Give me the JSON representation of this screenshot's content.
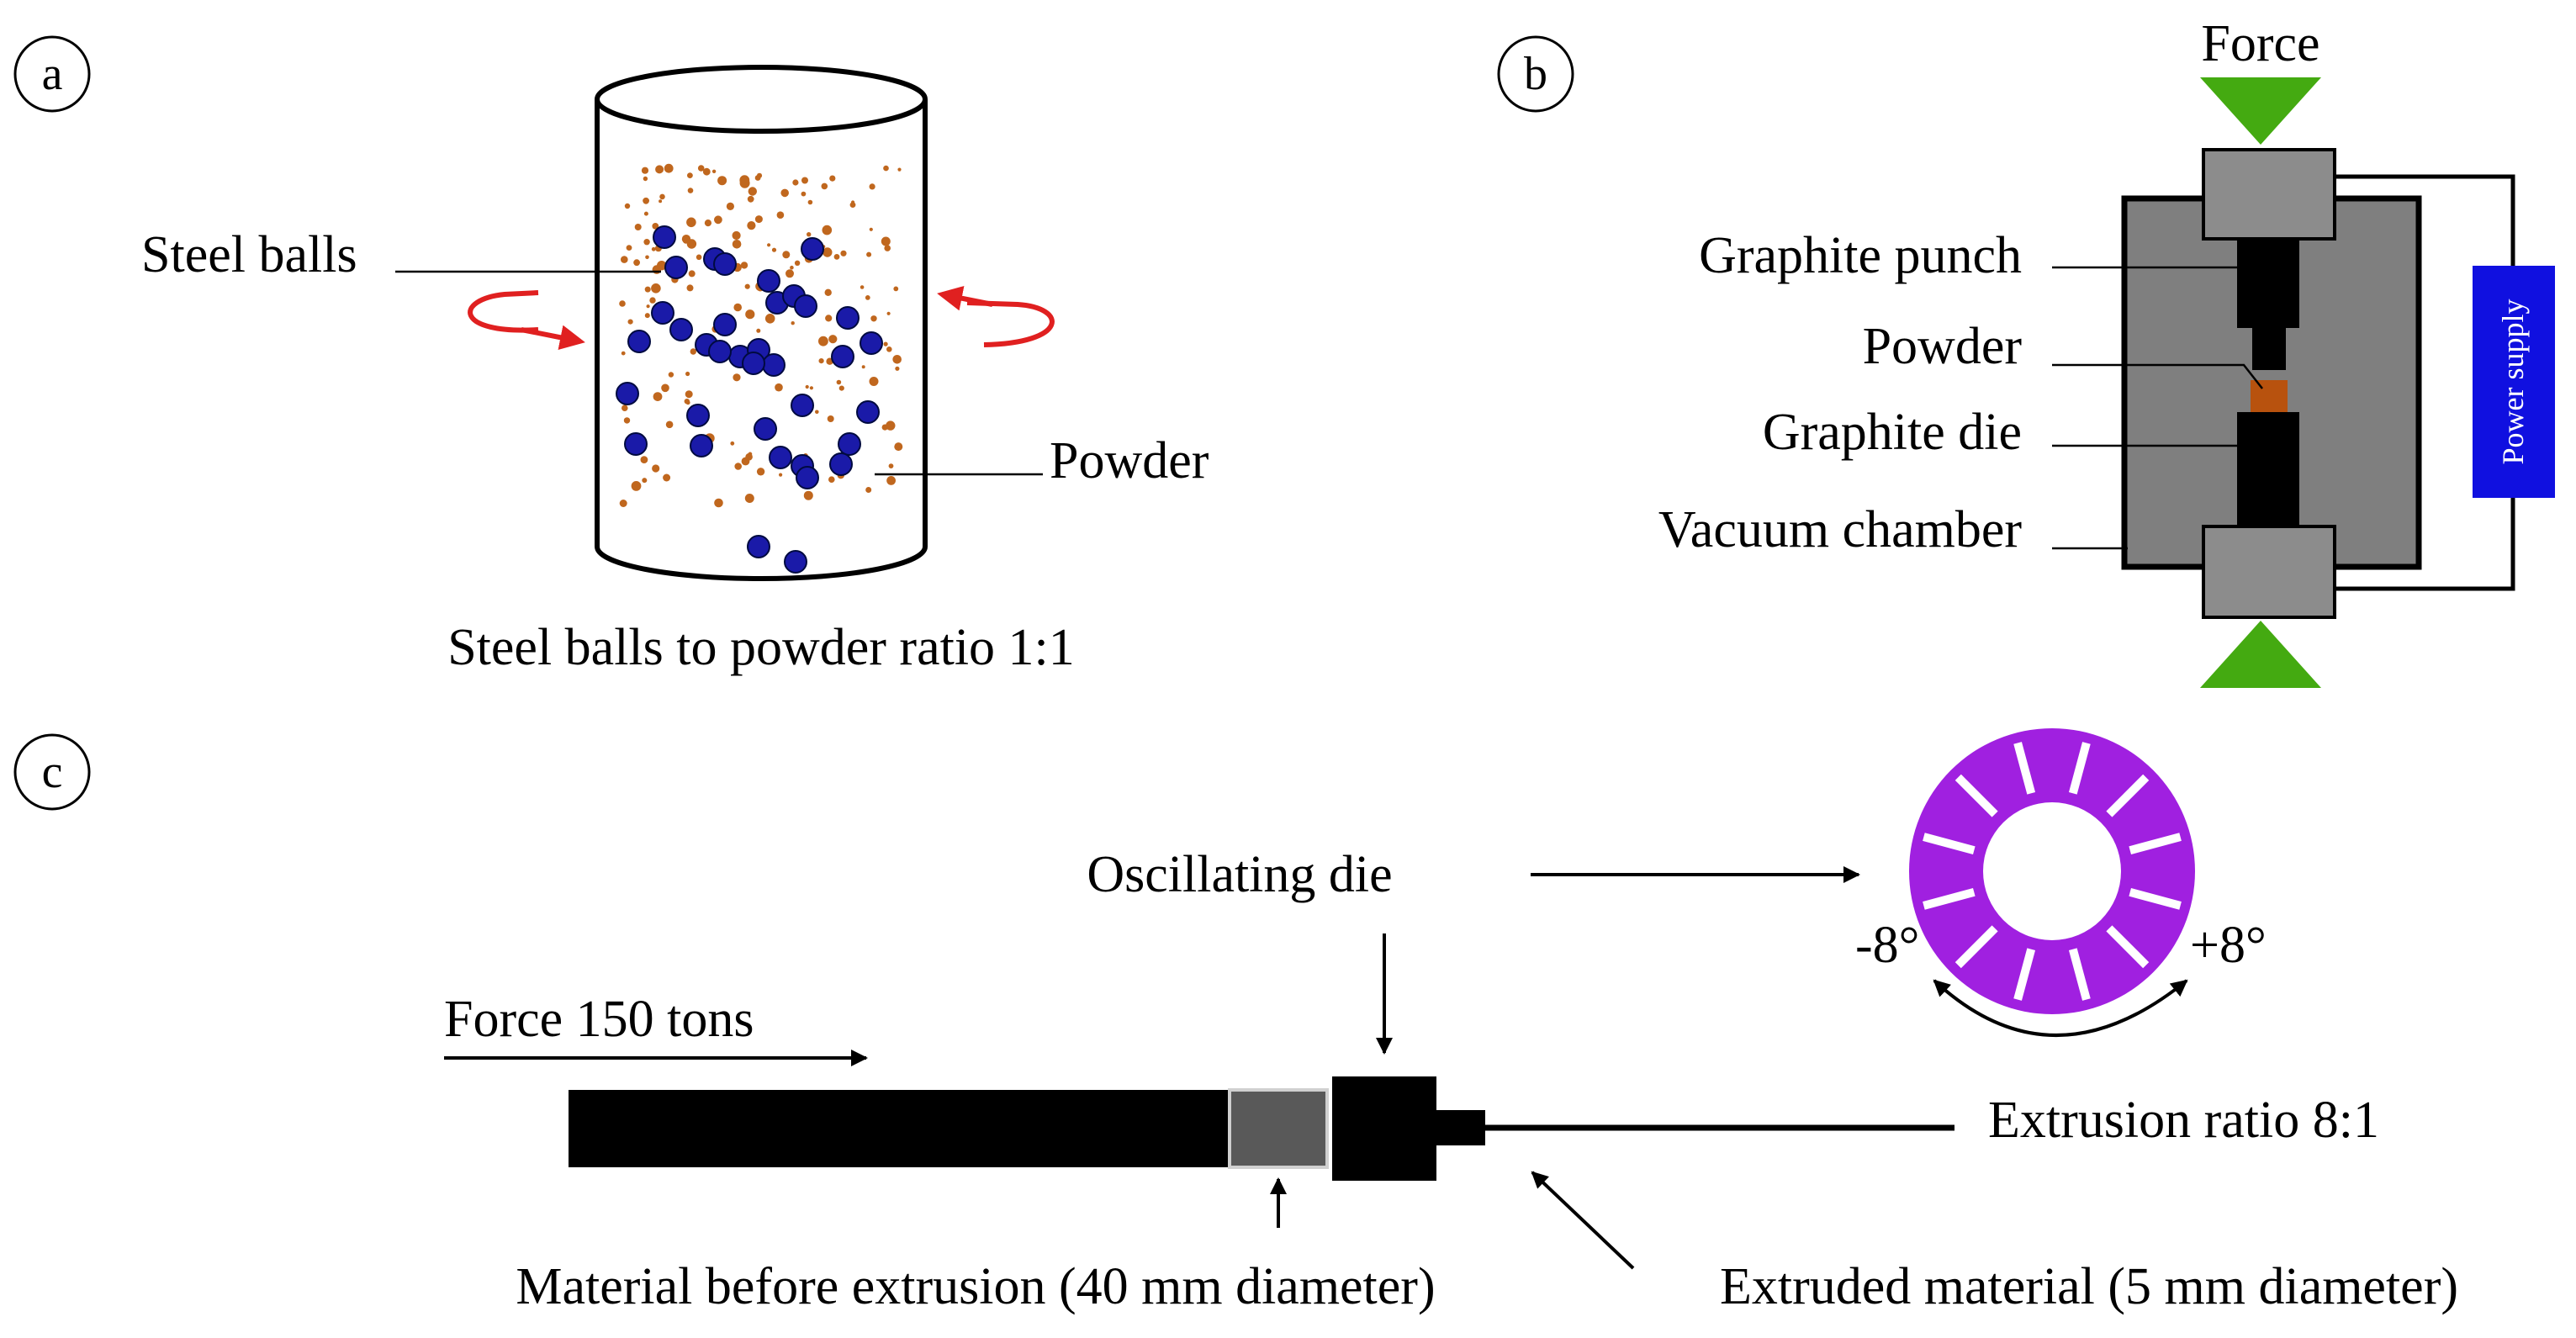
{
  "panels": {
    "a": {
      "letter": "a",
      "steel_balls_label": "Steel balls",
      "powder_label": "Powder",
      "ratio_caption": "Steel balls to powder ratio 1:1"
    },
    "b": {
      "letter": "b",
      "force_label": "Force",
      "punch_label": "Graphite punch",
      "powder_label": "Powder",
      "die_label": "Graphite die",
      "chamber_label": "Vacuum chamber",
      "power_supply_label": "Power supply"
    },
    "c": {
      "letter": "c",
      "force_label": "Force 150 tons",
      "oscillating_die_label": "Oscillating die",
      "angle_minus": "-8°",
      "angle_plus": "+8°",
      "extrusion_ratio_label": "Extrusion ratio 8:1",
      "material_before_label": "Material before extrusion (40 mm diameter)",
      "extruded_label": "Extruded material (5 mm diameter)"
    }
  },
  "colors": {
    "steel_ball": "#1a1aa8",
    "powder": "#c0671e",
    "rotation_arrow": "#e02020",
    "force_triangle": "#44aa11",
    "chamber_gray": "#7f7f7f",
    "punch_gray": "#8c8c8c",
    "powder_sample": "#b8520e",
    "power_supply": "#1010e0",
    "oscillating_die": "#a020e0",
    "billet_gray": "#595959"
  }
}
